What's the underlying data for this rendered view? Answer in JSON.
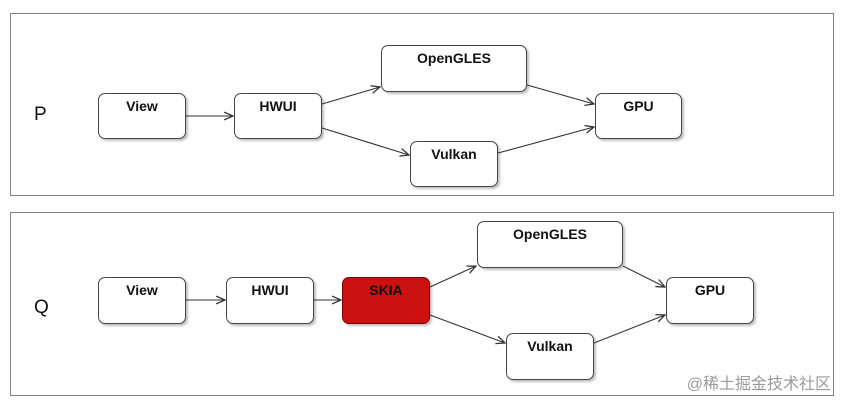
{
  "panels": [
    {
      "row_label": "P",
      "nodes": {
        "view": "View",
        "hwui": "HWUI",
        "opengles": "OpenGLES",
        "vulkan": "Vulkan",
        "gpu": "GPU"
      }
    },
    {
      "row_label": "Q",
      "nodes": {
        "view": "View",
        "hwui": "HWUI",
        "skia": "SKIA",
        "opengles": "OpenGLES",
        "vulkan": "Vulkan",
        "gpu": "GPU"
      }
    }
  ],
  "colors": {
    "skia_fill": "#cc1111"
  },
  "watermark": "@稀土掘金技术社区"
}
